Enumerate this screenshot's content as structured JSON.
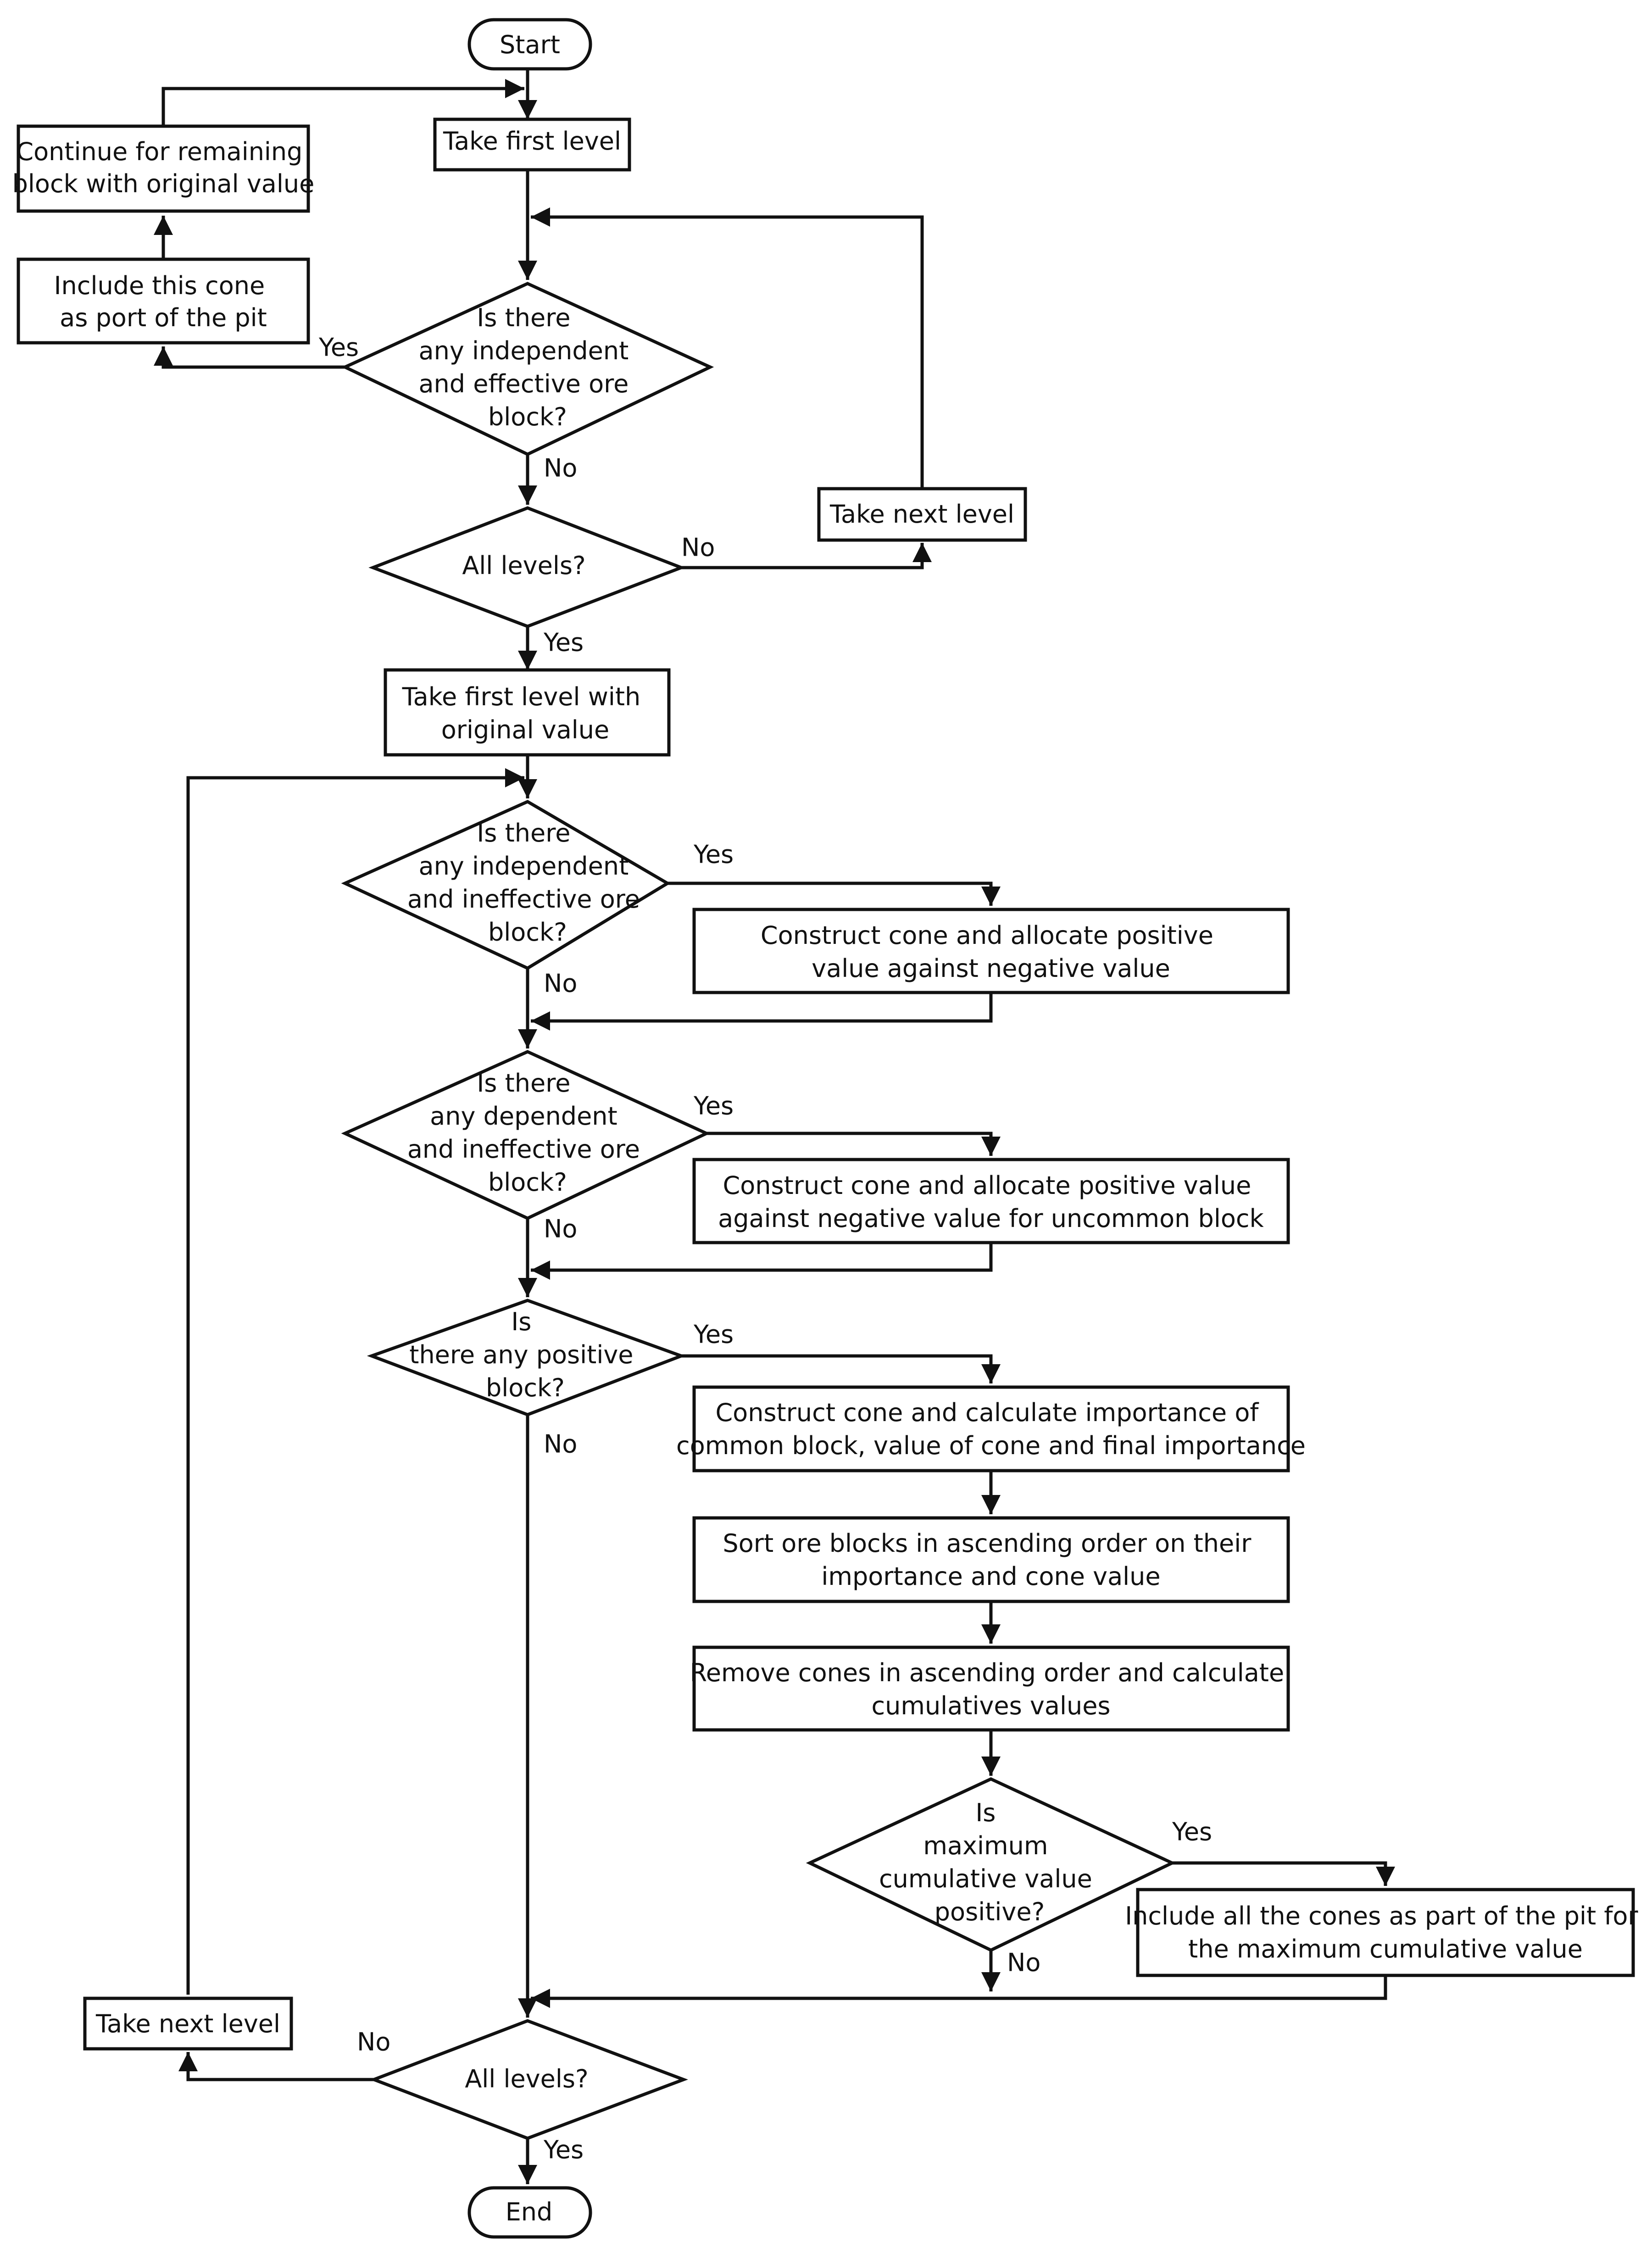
{
  "nodes": {
    "start": [
      "Start"
    ],
    "take_first_level": [
      "Take first level"
    ],
    "continue_remaining": [
      "Continue for remaining",
      "block with original value"
    ],
    "include_this_cone": [
      "Include this cone",
      "as port of the pit"
    ],
    "decision_independent_effective": [
      "Is there",
      "any independent",
      "and effective ore",
      "block?"
    ],
    "take_next_level_top": [
      "Take next level"
    ],
    "decision_all_levels_top": [
      "All levels?"
    ],
    "take_first_level_original": [
      "Take first level with",
      "original value"
    ],
    "decision_independent_ineffective": [
      "Is there",
      "any independent",
      "and ineffective ore",
      "block?"
    ],
    "construct_cone_allocate": [
      "Construct cone and allocate positive",
      "value against negative value"
    ],
    "decision_dependent_ineffective": [
      "Is there",
      "any dependent",
      "and ineffective ore",
      "block?"
    ],
    "construct_cone_uncommon": [
      "Construct cone and allocate positive value",
      "against negative value for uncommon block"
    ],
    "decision_positive_block": [
      "Is",
      "there any positive",
      "block?"
    ],
    "construct_cone_importance": [
      "Construct cone and calculate importance of",
      "common block, value of cone and final importance"
    ],
    "sort_ore_blocks": [
      "Sort ore blocks in ascending order on their",
      "importance and cone value"
    ],
    "remove_cones": [
      "Remove cones in ascending order and calculate",
      "cumulatives values"
    ],
    "decision_max_cumulative": [
      "Is",
      "maximum",
      "cumulative value",
      "positive?"
    ],
    "include_all_cones": [
      "Include all the cones as part of the pit for",
      "the maximum cumulative value"
    ],
    "take_next_level_bottom": [
      "Take next level"
    ],
    "decision_all_levels_bottom": [
      "All levels?"
    ],
    "end": [
      "End"
    ]
  },
  "edge_labels": {
    "yes_include_cone": "Yes",
    "no_effective": "No",
    "no_all_levels_top": "No",
    "yes_all_levels_top": "Yes",
    "yes_independent_ineffective": "Yes",
    "no_independent_ineffective": "No",
    "yes_dependent_ineffective": "Yes",
    "no_dependent_ineffective": "No",
    "yes_positive_block": "Yes",
    "no_positive_block": "No",
    "yes_max_cumulative": "Yes",
    "no_max_cumulative": "No",
    "no_all_levels_bottom": "No",
    "yes_all_levels_bottom": "Yes"
  },
  "colors": {
    "stroke": "#111111",
    "background": "#ffffff"
  }
}
